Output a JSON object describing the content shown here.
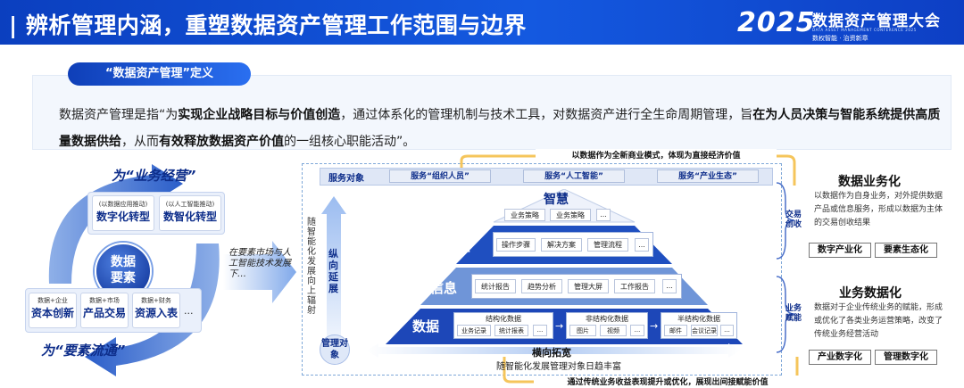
{
  "header": {
    "title": "| 辨析管理内涵，重塑数据资产管理工作范围与边界",
    "brand_year": "2025",
    "brand_name": "数据资产管理大会",
    "brand_sub": "DATA ASSET MANAGEMENT CONFERENCE 2025",
    "brand_slogan": "数权智能 · 治资新章"
  },
  "definition": {
    "tab": "“数据资产管理”定义",
    "segments": [
      {
        "t": "数据资产管理是指“为",
        "b": false
      },
      {
        "t": "实现企业战略目标与价值创造",
        "b": true
      },
      {
        "t": "，通过体系化的管理机制与技术工具，对数据资产进行全生命周期管理，旨",
        "b": false
      },
      {
        "t": "在为人员决策与智能系统提供高质量数据供给",
        "b": true
      },
      {
        "t": "，从而",
        "b": false
      },
      {
        "t": "有效释放数据资产价值",
        "b": true
      },
      {
        "t": "的一组核心职能活动”。",
        "b": false
      }
    ]
  },
  "cycle": {
    "top_caption": "为“业务经营”",
    "bottom_caption": "为“要素流通”",
    "center": [
      "数据",
      "要素"
    ],
    "cards_top": [
      {
        "small": "(以数据应用推动)",
        "big": "数字化转型"
      },
      {
        "small": "(以人工智能推动)",
        "big": "数智化转型"
      }
    ],
    "cards_bottom": [
      {
        "small": "数据+企业",
        "big": "资本创新"
      },
      {
        "small": "数据+市场",
        "big": "产品交易"
      },
      {
        "small": "数据+财务",
        "big": "资源入表"
      }
    ],
    "more": "..."
  },
  "arrow_text": "在要素市场与人工智能技术发展下…",
  "pyramid": {
    "top_banner": "以数据作为全新商业模式，体现为直接经济价值",
    "bottom_banner": "通过传统业务收益表现提升或优化，展现出间接赋能价值",
    "service_label": "服务对象",
    "services": [
      "服务“组织人员”",
      "服务“人工智能”",
      "服务“产业生态”"
    ],
    "vertical_text": "随智能化发展向上辐射",
    "vertical_label": "纵向延展",
    "mgmt_label": "管理对象",
    "horizontal_label": "横向拓宽",
    "horizontal_sub": "随智能化发展管理对象日趋丰富",
    "wisdom": {
      "label": "智慧",
      "items": [
        "业务策略",
        "业务策略",
        "..."
      ]
    },
    "knowledge": {
      "label": "知识",
      "items": [
        "操作步骤",
        "解决方案",
        "管理流程",
        "..."
      ]
    },
    "info": {
      "label": "信息",
      "items": [
        "统计报告",
        "趋势分析",
        "管理大屏",
        "工作报告",
        "..."
      ]
    },
    "data": {
      "label": "数据",
      "groups": [
        {
          "title": "结构化数据",
          "items": [
            "业务记录",
            "统计报表",
            "..."
          ]
        },
        {
          "title": "非结构化数据",
          "items": [
            "图片",
            "视频",
            "..."
          ]
        },
        {
          "title": "半结构化数据",
          "items": [
            "邮件",
            "会议记录",
            "..."
          ]
        }
      ]
    }
  },
  "right": {
    "trade_tag": "交易创收",
    "assist_tag": "业务赋能",
    "top_title": "数据业务化",
    "top_desc": "以数据作为自身业务，对外提供数据产品或信息服务，形成以数据为主体的交易创收结果",
    "top_buttons": [
      "数字产业化",
      "要素生态化"
    ],
    "bottom_title": "业务数据化",
    "bottom_desc": "数据对于企业传统业务的赋能，形成或优化了各类业务运营策略，改变了传统业务经营活动",
    "bottom_buttons": [
      "产业数字化",
      "管理数字化"
    ]
  }
}
